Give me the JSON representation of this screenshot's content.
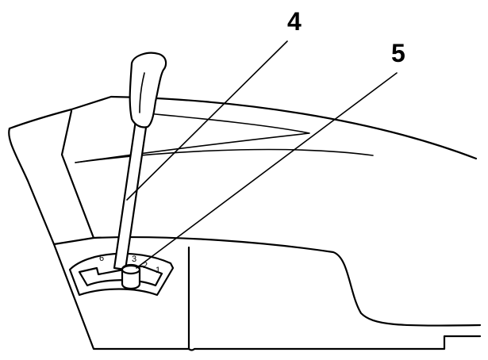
{
  "callouts": [
    {
      "id": "4"
    },
    {
      "id": "5"
    }
  ],
  "scale": {
    "marks": [
      "6",
      "3",
      "2",
      "1"
    ]
  },
  "colors": {
    "line": "#000000",
    "background": "#ffffff"
  }
}
